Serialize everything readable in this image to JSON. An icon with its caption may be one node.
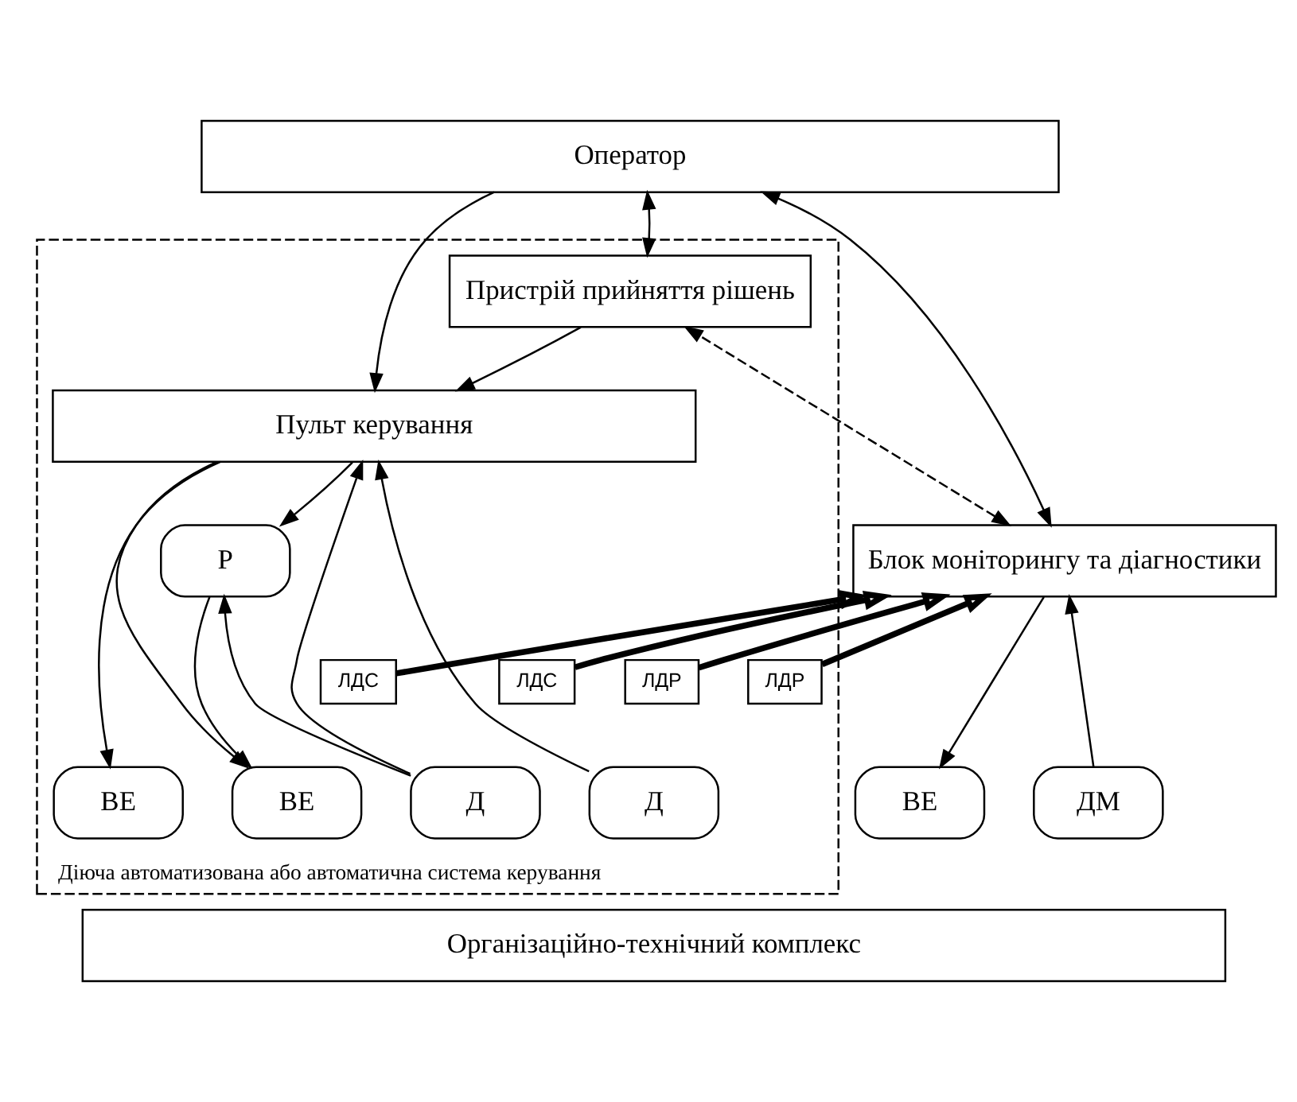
{
  "diagram": {
    "nodes": [
      {
        "text": [
          "Оператор"
        ]
      },
      {
        "text": [
          "Діюча автоматизована або автоматична система керування"
        ]
      },
      {
        "text": [
          "Пристрій прийняття рішень"
        ],
        "in": 1
      },
      {
        "text": [
          "Пульт керування"
        ],
        "in": 1
      },
      {
        "text": [
          "Р"
        ],
        "in": 1
      },
      {
        "text": [
          "ЛДС"
        ],
        "in": 1
      },
      {
        "text": [
          "ЛДС"
        ],
        "in": 1
      },
      {
        "text": [
          "ЛДР"
        ],
        "in": 1
      },
      {
        "text": [
          "ЛДР"
        ],
        "in": 1
      },
      {
        "text": [
          "Д"
        ],
        "in": 1
      },
      {
        "text": [
          "Д"
        ],
        "in": 1
      },
      {
        "text": [
          "ВЕ"
        ],
        "in": 1
      },
      {
        "text": [
          "ВЕ"
        ],
        "in": 1
      },
      {
        "text": [
          "Блок моніторингу та діагностики"
        ]
      },
      {
        "text": [
          "ВЕ"
        ]
      },
      {
        "text": [
          "ДМ"
        ]
      },
      {
        "text": [
          "Організаційно-технічний комплекс"
        ]
      }
    ],
    "edges": [
      {
        "from": 0,
        "to": 3,
        "arrow": "to"
      },
      {
        "from": 0,
        "to": 2,
        "arrow": "both"
      },
      {
        "from": 2,
        "to": 3,
        "arrow": "to"
      },
      {
        "from": 13,
        "to": 2,
        "arrow": "both",
        "style": "dashed"
      },
      {
        "from": 0,
        "to": 13,
        "arrow": "both"
      },
      {
        "from": 9,
        "to": 3,
        "arrow": "to"
      },
      {
        "from": 10,
        "to": 3,
        "arrow": "to"
      },
      {
        "from": 3,
        "to": 4,
        "arrow": "to"
      },
      {
        "from": 10,
        "to": 4,
        "arrow": "to"
      },
      {
        "from": 4,
        "to": 11,
        "arrow": "to"
      },
      {
        "from": 3,
        "to": 11,
        "arrow": "to"
      },
      {
        "from": 3,
        "to": 12,
        "arrow": "to"
      },
      {
        "from": 5,
        "to": 13,
        "arrow": "to",
        "style": "thick"
      },
      {
        "from": 6,
        "to": 13,
        "arrow": "to",
        "style": "thick"
      },
      {
        "from": 7,
        "to": 13,
        "arrow": "to",
        "style": "thick"
      },
      {
        "from": 8,
        "to": 13,
        "arrow": "to",
        "style": "thick"
      },
      {
        "from": 13,
        "to": 14,
        "arrow": "to"
      },
      {
        "from": 15,
        "to": 13,
        "arrow": "to"
      }
    ]
  }
}
